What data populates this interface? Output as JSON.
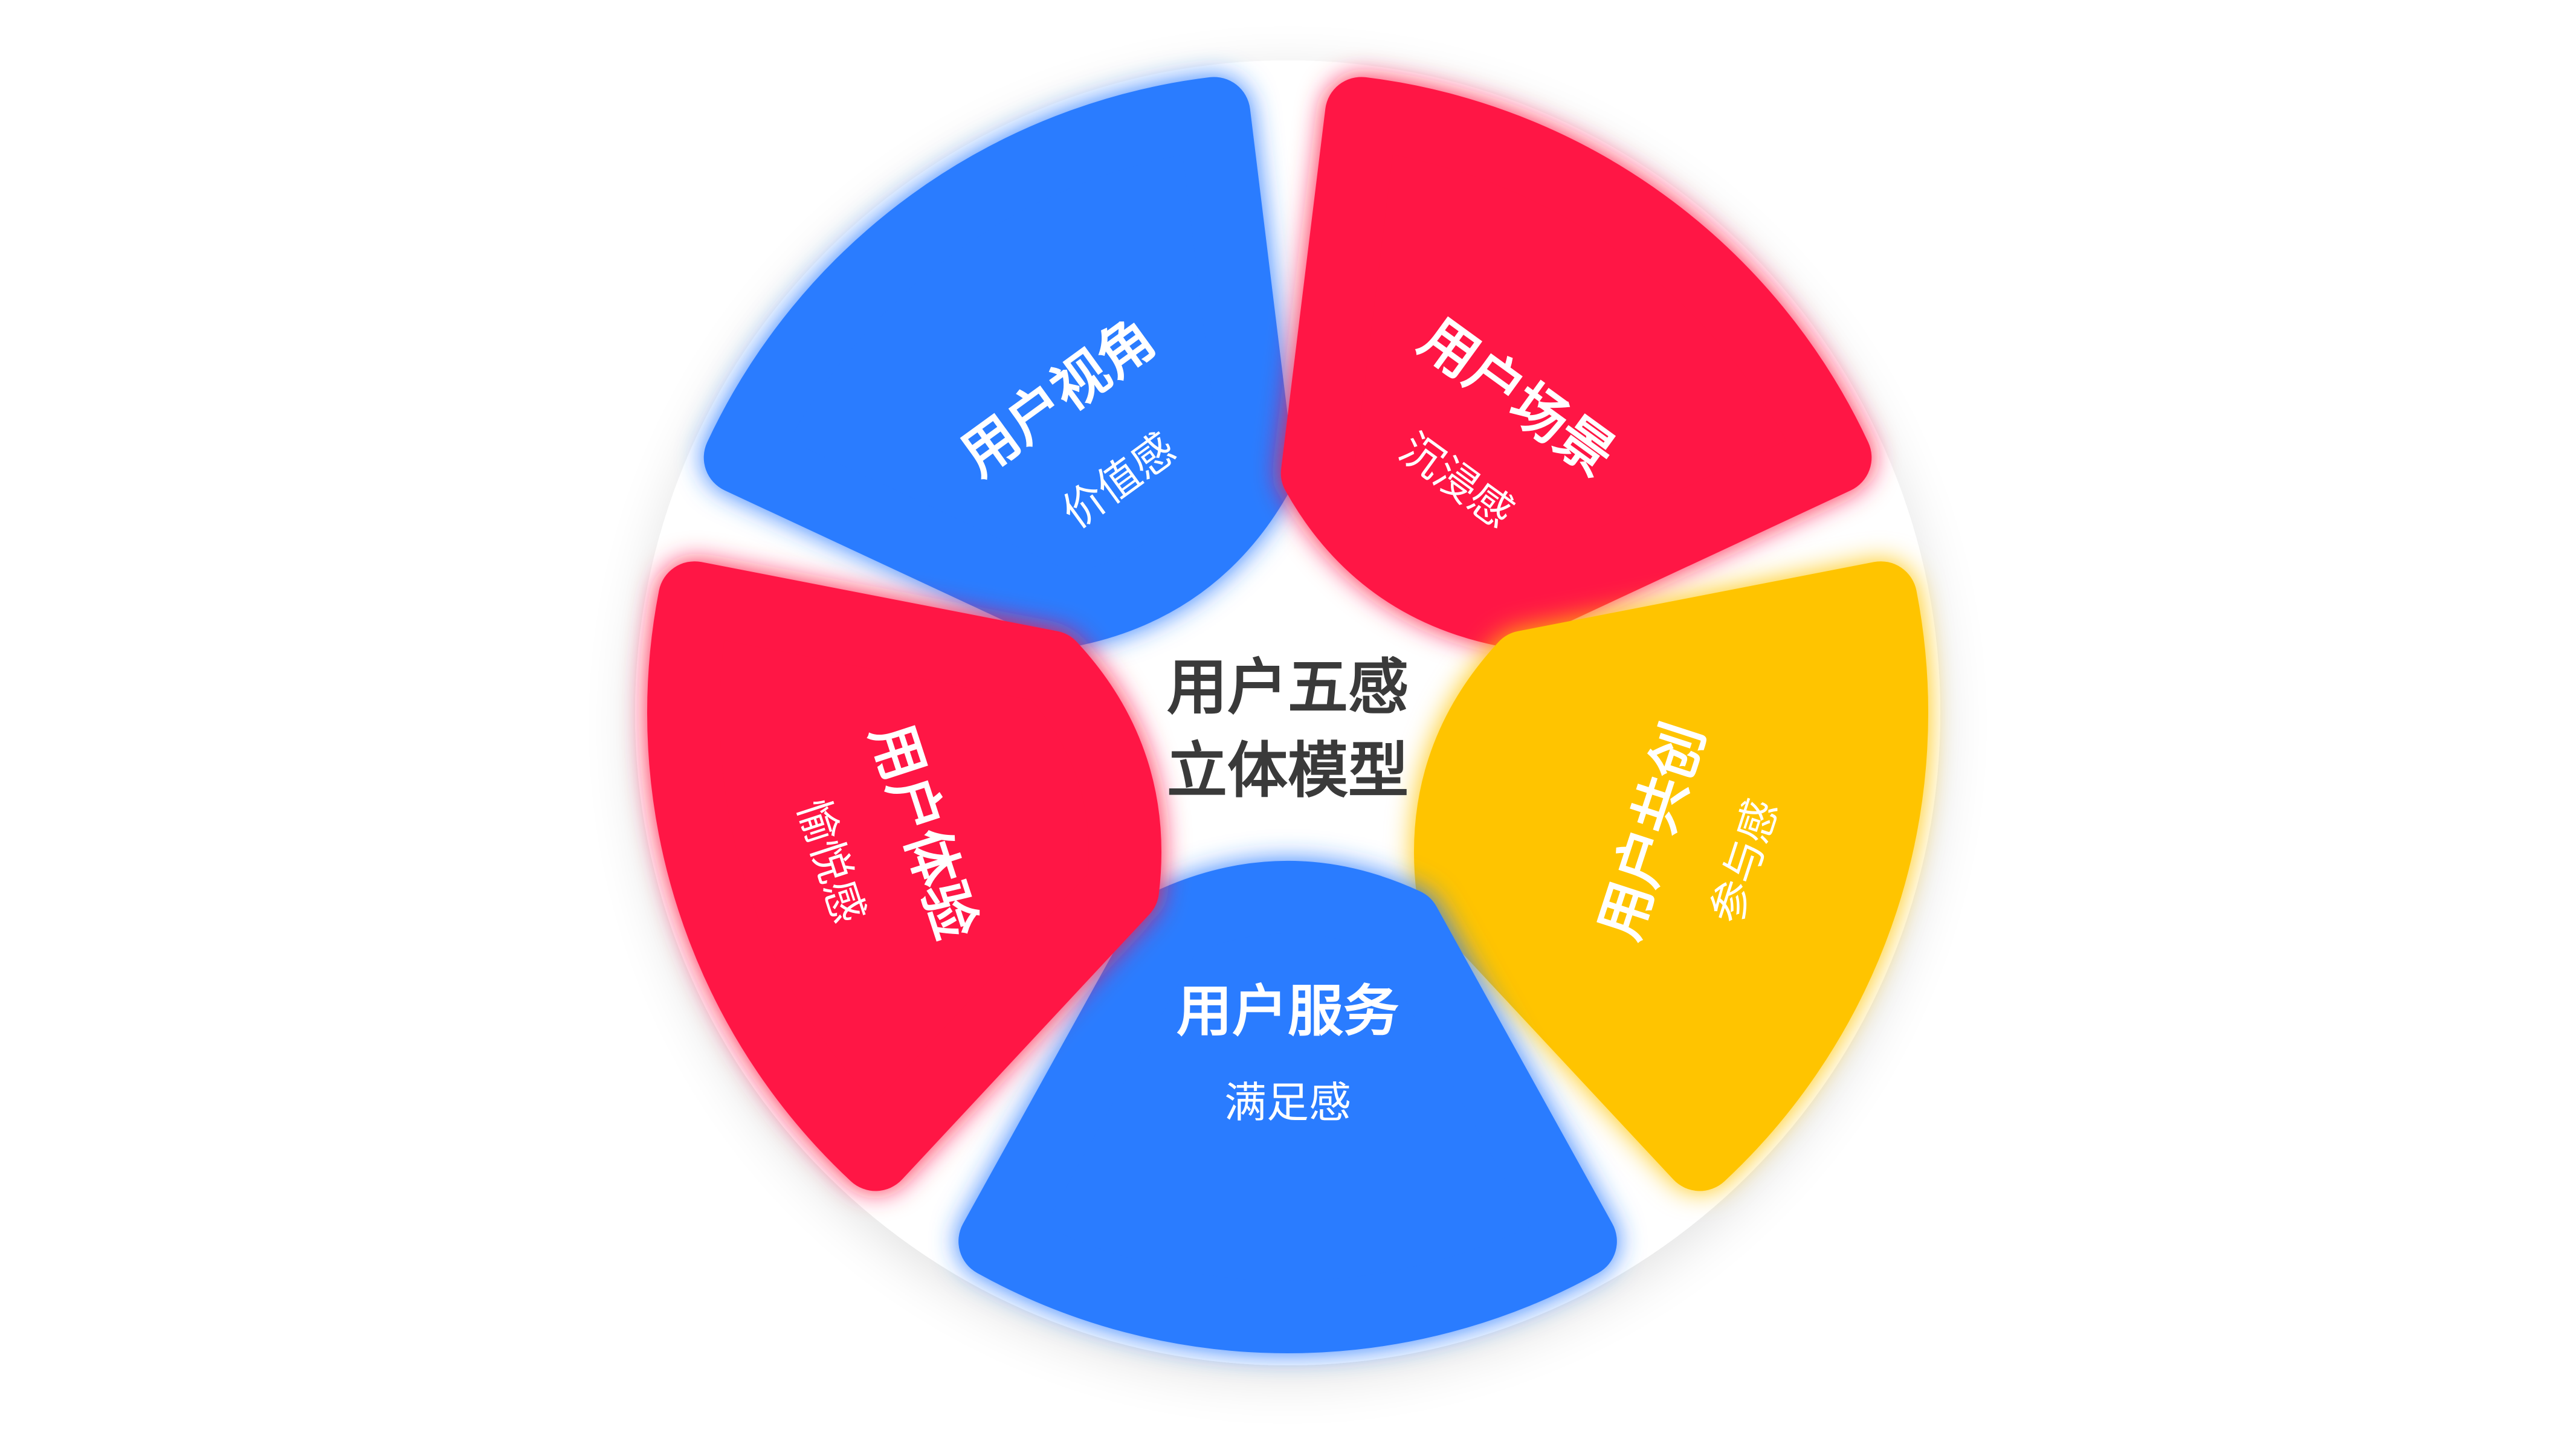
{
  "center": {
    "line1": "用户五感",
    "line2": "立体模型",
    "text_color": "#3a3a3a"
  },
  "segments": [
    {
      "id": "top-left",
      "title": "用户视角",
      "subtitle": "价值感",
      "color": "#2a7bff"
    },
    {
      "id": "top-right",
      "title": "用户场景",
      "subtitle": "沉浸感",
      "color": "#ff1744"
    },
    {
      "id": "right",
      "title": "用户共创",
      "subtitle": "参与感",
      "color": "#ffc400"
    },
    {
      "id": "bottom",
      "title": "用户服务",
      "subtitle": "满足感",
      "color": "#2a7bff"
    },
    {
      "id": "left",
      "title": "用户体验",
      "subtitle": "愉悦感",
      "color": "#ff1744"
    }
  ],
  "colors": {
    "background": "#ffffff",
    "outer_disc": "#ffffff",
    "label_text": "#ffffff"
  }
}
